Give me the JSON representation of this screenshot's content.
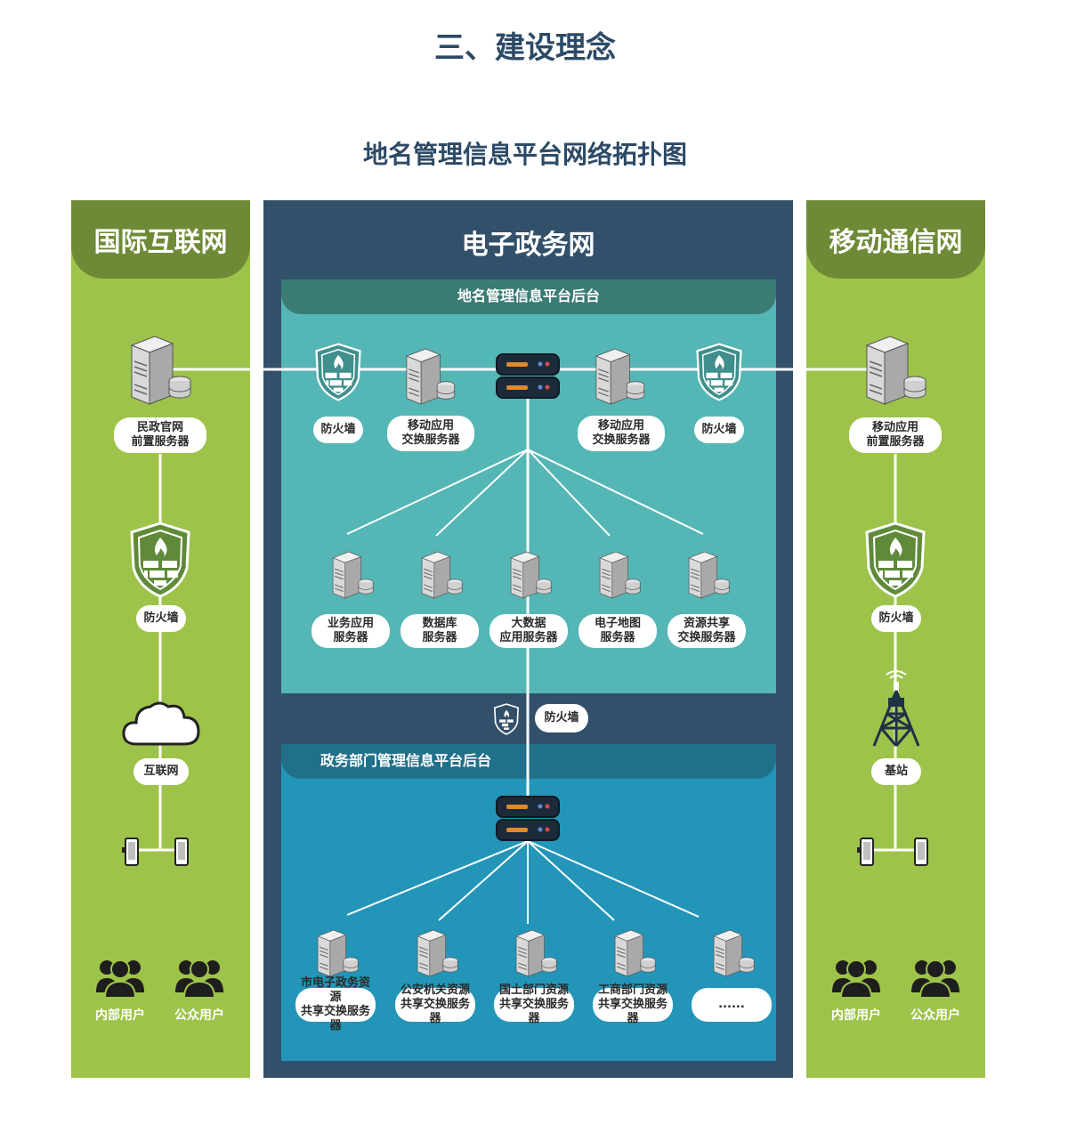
{
  "page_title": "三、建设理念",
  "diagram_title": "地名管理信息平台网络拓扑图",
  "left_column": {
    "title": "国际互联网",
    "server_label_1": "民政官网",
    "server_label_2": "前置服务器",
    "firewall_label": "防火墙",
    "cloud_label": "互联网",
    "users": [
      "内部用户",
      "公众用户"
    ]
  },
  "center_column": {
    "title": "电子政务网",
    "panel_top": {
      "title": "地名管理信息平台后台",
      "firewall_left": "防火墙",
      "server_left": [
        "移动应用",
        "交换服务器"
      ],
      "server_right": [
        "移动应用",
        "交换服务器"
      ],
      "firewall_right": "防火墙",
      "servers": [
        [
          "业务应用",
          "服务器"
        ],
        [
          "数据库",
          "服务器"
        ],
        [
          "大数据",
          "应用服务器"
        ],
        [
          "电子地图",
          "服务器"
        ],
        [
          "资源共享",
          "交换服务器"
        ]
      ]
    },
    "middle_firewall": "防火墙",
    "panel_bottom": {
      "title": "政务部门管理信息平台后台",
      "servers": [
        [
          "市电子政务资源",
          "共享交换服务器"
        ],
        [
          "公安机关资源",
          "共享交换服务器"
        ],
        [
          "国土部门资源",
          "共享交换服务器"
        ],
        [
          "工商部门资源",
          "共享交换服务器"
        ],
        [
          "......",
          ""
        ]
      ]
    }
  },
  "right_column": {
    "title": "移动通信网",
    "server_label_1": "移动应用",
    "server_label_2": "前置服务器",
    "firewall_label": "防火墙",
    "tower_label": "基站",
    "users": [
      "内部用户",
      "公众用户"
    ]
  },
  "colors": {
    "green": "#9dc34a",
    "green_dark": "#6e8a37",
    "navy": "#33506b",
    "teal": "#54b6b5",
    "blue": "#2395b8"
  }
}
